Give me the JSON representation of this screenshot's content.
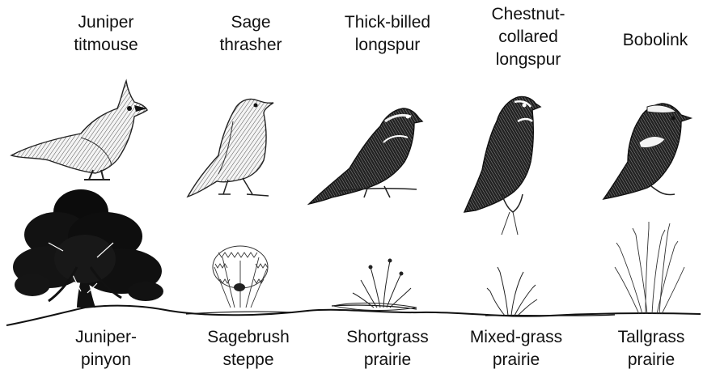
{
  "birds": [
    {
      "line1": "Juniper",
      "line2": "titmouse",
      "line3": ""
    },
    {
      "line1": "Sage",
      "line2": "thrasher",
      "line3": ""
    },
    {
      "line1": "Thick-billed",
      "line2": "longspur",
      "line3": ""
    },
    {
      "line1": "Chestnut-",
      "line2": "collared",
      "line3": "longspur"
    },
    {
      "line1": "Bobolink",
      "line2": "",
      "line3": ""
    }
  ],
  "habitats": [
    {
      "line1": "Juniper-",
      "line2": "pinyon"
    },
    {
      "line1": "Sagebrush",
      "line2": "steppe"
    },
    {
      "line1": "Shortgrass",
      "line2": "prairie"
    },
    {
      "line1": "Mixed-grass",
      "line2": "prairie"
    },
    {
      "line1": "Tallgrass",
      "line2": "prairie"
    }
  ]
}
